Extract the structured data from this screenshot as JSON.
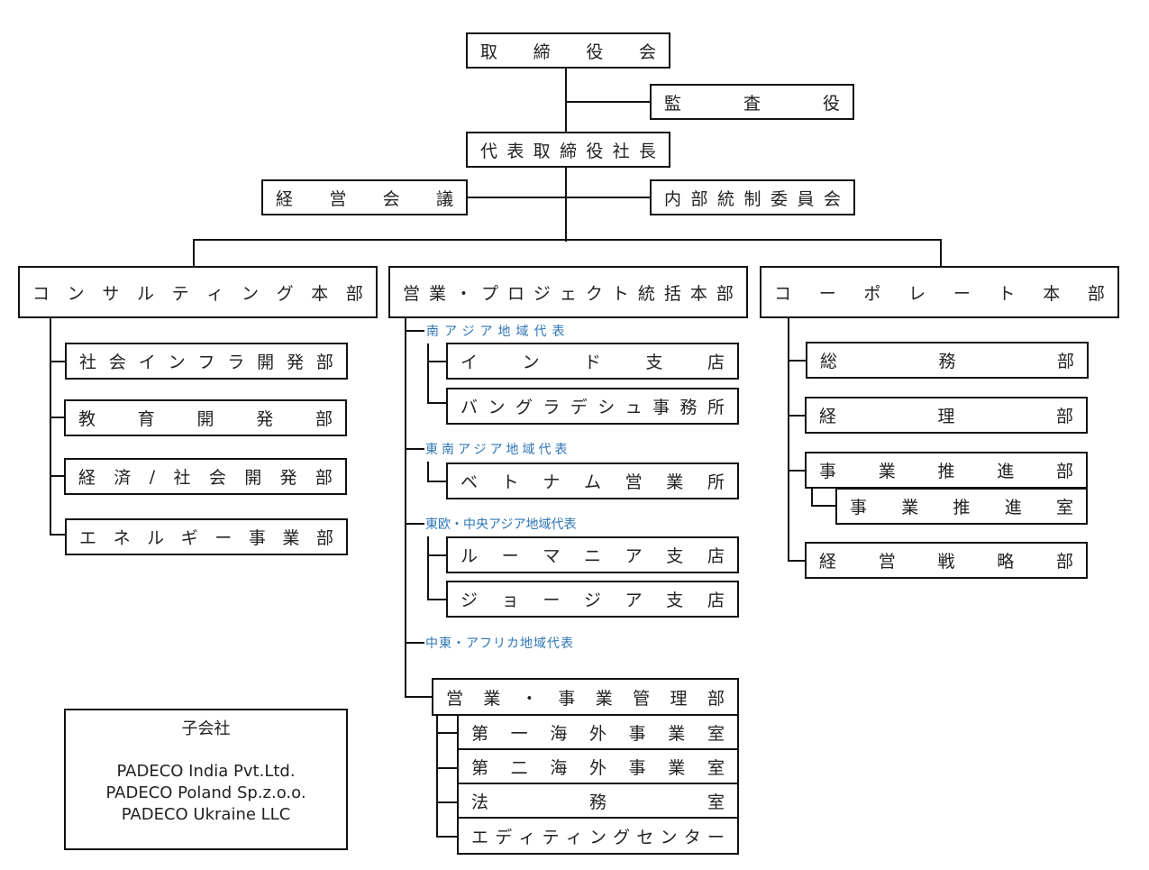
{
  "chart": {
    "board": "取締役会",
    "auditor": "監査役",
    "president": "代表取締役社長",
    "management_meeting": "経営会議",
    "internal_control": "内部統制委員会",
    "divisions": [
      {
        "name": "コンサルティング本部",
        "departments": [
          "社会インフラ開発部",
          "教育開発部",
          "経済/社会開発部",
          "エネルギー事業部"
        ]
      },
      {
        "name": "営業・プロジェクト統括本部",
        "regions": [
          {
            "name": "南アジア地域代表",
            "offices": [
              "インド支店",
              "バングラデシュ事務所"
            ]
          },
          {
            "name": "東南アジア地域代表",
            "offices": [
              "ベトナム営業所"
            ]
          },
          {
            "name": "東欧・中央アジア地域代表",
            "offices": [
              "ルーマニア支店",
              "ジョージア支店"
            ]
          },
          {
            "name": "中東・アフリカ地域代表",
            "offices": []
          }
        ],
        "sales_admin": {
          "name": "営業・事業管理部",
          "sections": [
            "第一海外事業室",
            "第二海外事業室",
            "法務室",
            "エディティングセンター"
          ]
        }
      },
      {
        "name": "コーポレート本部",
        "departments": [
          {
            "name": "総務部"
          },
          {
            "name": "経理部"
          },
          {
            "name": "事業推進部",
            "sub": "事業推進室"
          },
          {
            "name": "経営戦略部"
          }
        ]
      }
    ],
    "subsidiaries": {
      "title": "子会社",
      "items": [
        "PADECO India Pvt.Ltd.",
        "PADECO Poland Sp.z.o.o.",
        "PADECO Ukraine LLC"
      ]
    }
  },
  "colors": {
    "region_label": "#2E75B6",
    "line": "#111111"
  }
}
